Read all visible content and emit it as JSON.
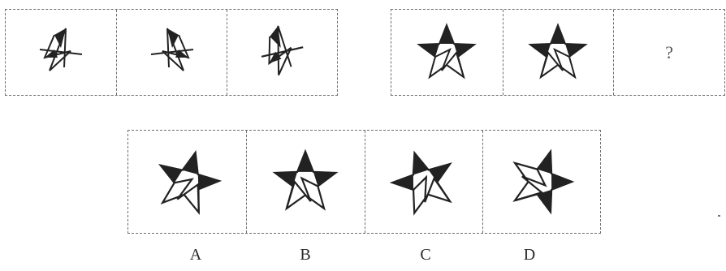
{
  "question_mark": "?",
  "option_labels": [
    "A",
    "B",
    "C",
    "D"
  ]
}
